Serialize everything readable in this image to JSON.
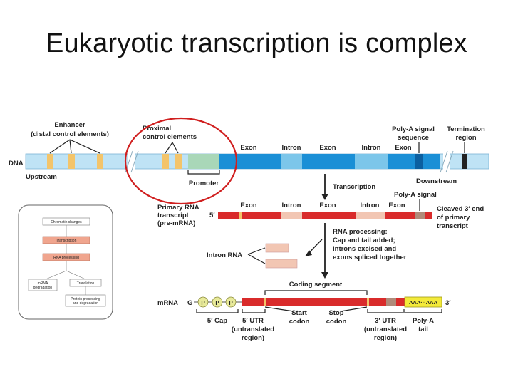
{
  "title": "Eukaryotic transcription is complex",
  "colors": {
    "dna_light": "#bfe3f5",
    "dna_dark": "#1a8fd6",
    "control_element": "#f3c46a",
    "promoter": "#a9d7b8",
    "rna_exon": "#d92b2b",
    "rna_intron": "#f2c6b3",
    "polyA_tail": "#f3ea3a",
    "cap_circle": "#e8ea9a",
    "highlight_circle": "#d01f1f"
  },
  "dna": {
    "row_label": "DNA",
    "enhancer": "Enhancer\n(distal control elements)",
    "proximal": "Proximal\ncontrol elements",
    "promoter": "Promoter",
    "upstream": "Upstream",
    "downstream": "Downstream",
    "segments": [
      "Exon",
      "Intron",
      "Exon",
      "Intron",
      "Exon"
    ],
    "polyA_signal_sequence": "Poly-A signal\nsequence",
    "termination_region": "Termination\nregion"
  },
  "transcription": "Transcription",
  "pre_mrna": {
    "label": "Primary RNA\ntranscript\n(pre-mRNA)",
    "five_prime": "5′",
    "segments": [
      "Exon",
      "Intron",
      "Exon",
      "Intron",
      "Exon"
    ],
    "polyA_signal": "Poly-A signal",
    "cleaved_end": "Cleaved 3′ end\nof primary\ntranscript"
  },
  "rna_processing": "RNA processing:\nCap and tail added;\nintrons excised and\nexons spliced together",
  "intron_rna": "Intron RNA",
  "mrna": {
    "label": "mRNA",
    "g": "G",
    "p": "P",
    "coding_segment": "Coding segment",
    "five_cap": "5′ Cap",
    "five_utr": "5′ UTR\n(untranslated\nregion)",
    "start_codon": "Start\ncodon",
    "stop_codon": "Stop\ncodon",
    "three_utr": "3′ UTR\n(untranslated\nregion)",
    "polyA_tail": "Poly-A\ntail",
    "aaa": "AAA···AAA",
    "three_prime": "3′"
  },
  "inset": {
    "chromatin": "Chromatin changes",
    "transcription": "Transcription",
    "rna_processing": "RNA processing",
    "mrna_degradation": "mRNA\ndegradation",
    "translation": "Translation",
    "protein_processing": "Protein processing\nand degradation"
  }
}
